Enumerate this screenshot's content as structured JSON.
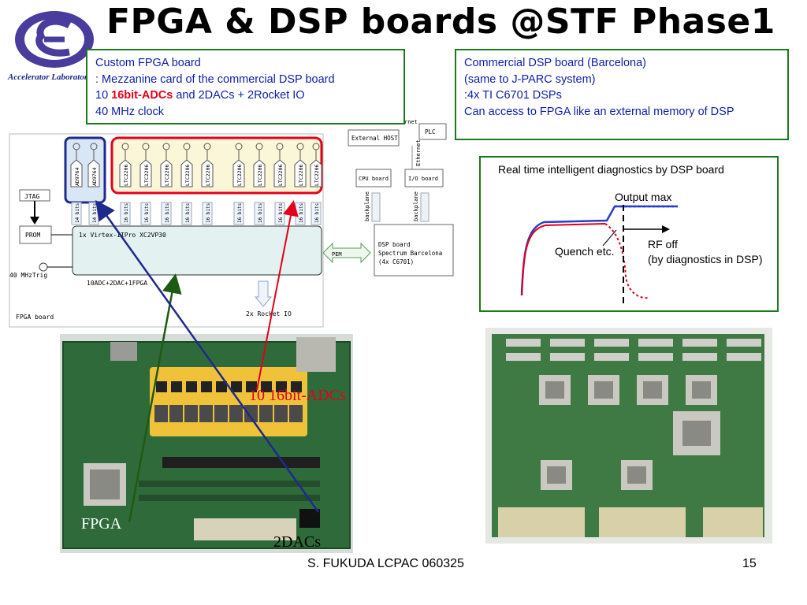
{
  "title": "FPGA & DSP boards @STF Phase1",
  "logo_label": "Accelerator Laboratory",
  "fpga_box": {
    "line1": "Custom FPGA board",
    "line2": ": Mezzanine card of the commercial DSP board",
    "line3_pre": "10 ",
    "line3_red": "16bit-ADCs",
    "line3_post": " and 2DACs + 2Rocket IO",
    "line4": "40 MHz clock"
  },
  "dsp_box": {
    "line1": "Commercial DSP board (Barcelona)",
    "line2": " (same to J-PARC system)",
    "line3": ":4x TI C6701 DSPs",
    "line4": "Can access to FPGA like an external memory of DSP"
  },
  "diag_box": {
    "title": "Real time intelligent diagnostics by DSP board",
    "output_max": "Output max",
    "quench": "Quench etc.",
    "rf_off": "RF off",
    "rf_off_detail": "(by diagnostics in DSP)"
  },
  "block_diagram": {
    "jtag": "JTAG",
    "prom": "PROM",
    "clock": "40 MHzTrig",
    "fpga_chip": "1x Virtex-IIPro XC2VP30",
    "summary": "10ADC+2DAC+1FPGA",
    "board": "FPGA board",
    "dac_chip": "AD9764",
    "adc_chip": "LTC2206",
    "dac_bits": "14 bits",
    "adc_bits": "16 bits",
    "rocket": "2x Rocket IO",
    "pem": "PEM",
    "dsp_board_1": "DSP board",
    "dsp_board_2": "Spectrum Barcelona",
    "dsp_board_3": "(4x C6701)",
    "cpu": "CPU board",
    "io": "I/O board",
    "backplane": "backplane",
    "ethernet": "Ethernet",
    "ethernet_top": "rnet",
    "plc": "PLC",
    "host": "External HOST"
  },
  "photo_labels": {
    "adcs": "10 16bit-ADCs",
    "fpga": "FPGA",
    "dacs": "2DACs"
  },
  "footer": "S. FUKUDA LCPAC 060325",
  "page_number": "15",
  "colors": {
    "title": "#000000",
    "box_border": "#1c7a1c",
    "text_blue": "#0a1fa8",
    "highlight_red": "#e3001b",
    "pcb_green": "#2f6b3a"
  }
}
